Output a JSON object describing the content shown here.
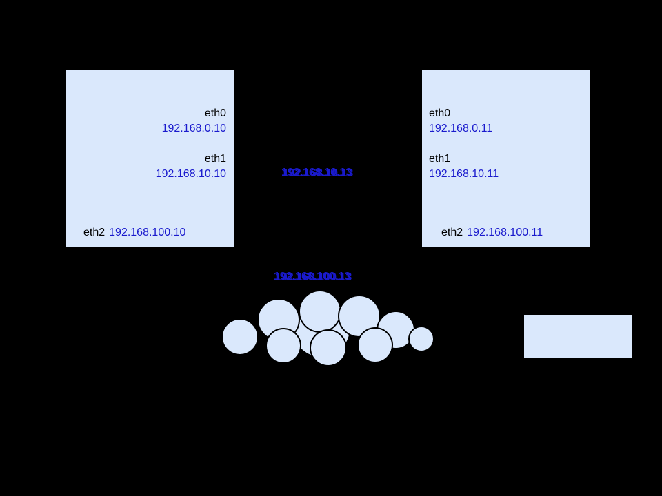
{
  "diagram": {
    "background_color": "#000000",
    "node_fill_color": "#dae8fc",
    "cloud_fill_color": "#dae8fc",
    "ip_text_color": "#1a1acd",
    "label_text_color": "#000000"
  },
  "left_node": {
    "interfaces": [
      {
        "name": "eth0",
        "ip": "192.168.0.10"
      },
      {
        "name": "eth1",
        "ip": "192.168.10.10"
      },
      {
        "name": "eth2",
        "ip": "192.168.100.10"
      }
    ]
  },
  "right_node": {
    "interfaces": [
      {
        "name": "eth0",
        "ip": "192.168.0.11"
      },
      {
        "name": "eth1",
        "ip": "192.168.10.11"
      },
      {
        "name": "eth2",
        "ip": "192.168.100.11"
      }
    ]
  },
  "virtual_ips": {
    "heartbeat_network": "192.168.10.13",
    "storage_network": "192.168.100.13"
  }
}
